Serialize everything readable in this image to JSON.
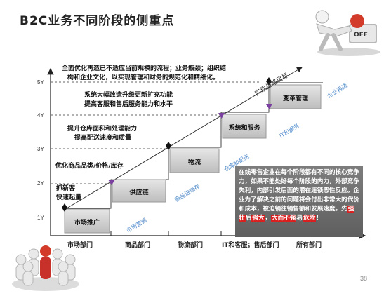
{
  "title": "B2C业务不同阶段的侧重点",
  "page_number": "38",
  "y_axis": {
    "ticks": [
      "1Y",
      "2Y",
      "3Y",
      "4Y",
      "5Y"
    ]
  },
  "x_axis": {
    "categories": [
      "市场部门",
      "商品部门",
      "物流部门",
      "IT和客服；售后部门",
      "所有部门"
    ]
  },
  "stages": [
    "市场推广",
    "供应链",
    "物流",
    "系统和服务",
    "变革管理"
  ],
  "annotations": [
    {
      "lines": [
        "全面优化再造已不适应当前规模的流程；业务瓶颈；组织结",
        "构和企业文化，以实现管理和财务的规范化和精细化。"
      ]
    },
    {
      "lines": [
        "系统大幅改造升级更新扩充功能",
        "提高客服和售后服务能力和水平"
      ]
    },
    {
      "lines": [
        "提升仓库面积和处理能力",
        "提高配送速度和质量"
      ]
    },
    {
      "lines": [
        "优化商品品类/价格/库存"
      ]
    },
    {
      "lines": [
        "抓新客",
        "快速起量"
      ]
    }
  ],
  "diagonal_labels": [
    "实现战略目标",
    "企业再造",
    "IT和服务",
    "仓库和配送",
    "商品进销存",
    "市场营销"
  ],
  "info_box": {
    "text": "在线零售企业在每个阶段都有不同的核心竞争力，如果不能处好每个阶段的内力，外部竞争失利，内部引发后面的潜在连锁恶性反应。企业为了解决之前的问题将会付出非常大的代价和成本，被迫销往销售额和发展速度。",
    "highlight_lead": "先",
    "highlight_1": "强壮",
    "highlight_2": "后",
    "highlight_3": "强大",
    "highlight_4": "，",
    "highlight_5": "大而不强",
    "highlight_6": "易",
    "highlight_7": "危险",
    "highlight_end": "！"
  },
  "colors": {
    "arrow_blue": "#4a86c8",
    "stage_box_gray": "#d0d0d0",
    "purple_marker": "#7b3fa0",
    "info_bg": "#6e6e6e"
  }
}
